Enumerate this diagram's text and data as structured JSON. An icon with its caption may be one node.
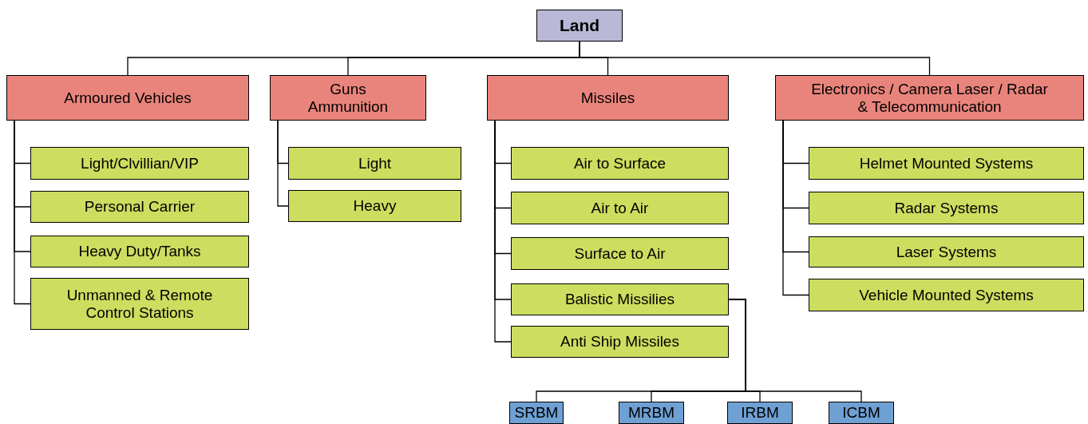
{
  "diagram": {
    "nodes": [
      {
        "text": [
          "Land"
        ]
      },
      {
        "text": [
          "Armoured Vehicles"
        ]
      },
      {
        "text": [
          "Guns Ammunition"
        ]
      },
      {
        "text": [
          "Missiles"
        ]
      },
      {
        "text": [
          "Electronics / Camera Laser / Radar & Telecommunication"
        ]
      },
      {
        "text": [
          "Light/Clvillian/VIP"
        ]
      },
      {
        "text": [
          "Personal Carrier"
        ]
      },
      {
        "text": [
          "Heavy Duty/Tanks"
        ]
      },
      {
        "text": [
          "Unmanned & Remote Control Stations"
        ]
      },
      {
        "text": [
          "Light"
        ]
      },
      {
        "text": [
          "Heavy"
        ]
      },
      {
        "text": [
          "Air to Surface"
        ]
      },
      {
        "text": [
          "Air to Air"
        ]
      },
      {
        "text": [
          "Surface to Air"
        ]
      },
      {
        "text": [
          "Balistic Missilies"
        ]
      },
      {
        "text": [
          "Anti Ship Missiles"
        ]
      },
      {
        "text": [
          "Helmet Mounted Systems"
        ]
      },
      {
        "text": [
          "Radar Systems"
        ]
      },
      {
        "text": [
          "Laser Systems"
        ]
      },
      {
        "text": [
          "Vehicle Mounted Systems"
        ]
      },
      {
        "text": [
          "SRBM"
        ]
      },
      {
        "text": [
          "MRBM"
        ]
      },
      {
        "text": [
          "IRBM"
        ]
      },
      {
        "text": [
          "ICBM"
        ]
      }
    ],
    "edges": [
      {
        "from": 0,
        "to": 1,
        "arrow": "none"
      },
      {
        "from": 0,
        "to": 2,
        "arrow": "none"
      },
      {
        "from": 0,
        "to": 3,
        "arrow": "none"
      },
      {
        "from": 0,
        "to": 4,
        "arrow": "none"
      },
      {
        "from": 1,
        "to": 5,
        "arrow": "none"
      },
      {
        "from": 1,
        "to": 6,
        "arrow": "none"
      },
      {
        "from": 1,
        "to": 7,
        "arrow": "none"
      },
      {
        "from": 1,
        "to": 8,
        "arrow": "none"
      },
      {
        "from": 2,
        "to": 9,
        "arrow": "none"
      },
      {
        "from": 2,
        "to": 10,
        "arrow": "none"
      },
      {
        "from": 3,
        "to": 11,
        "arrow": "none"
      },
      {
        "from": 3,
        "to": 12,
        "arrow": "none"
      },
      {
        "from": 3,
        "to": 13,
        "arrow": "none"
      },
      {
        "from": 3,
        "to": 14,
        "arrow": "none"
      },
      {
        "from": 3,
        "to": 15,
        "arrow": "none"
      },
      {
        "from": 4,
        "to": 16,
        "arrow": "none"
      },
      {
        "from": 4,
        "to": 17,
        "arrow": "none"
      },
      {
        "from": 4,
        "to": 18,
        "arrow": "none"
      },
      {
        "from": 4,
        "to": 19,
        "arrow": "none"
      },
      {
        "from": 14,
        "to": 20,
        "arrow": "none"
      },
      {
        "from": 14,
        "to": 21,
        "arrow": "none"
      },
      {
        "from": 14,
        "to": 22,
        "arrow": "none"
      },
      {
        "from": 14,
        "to": 23,
        "arrow": "none"
      }
    ]
  }
}
